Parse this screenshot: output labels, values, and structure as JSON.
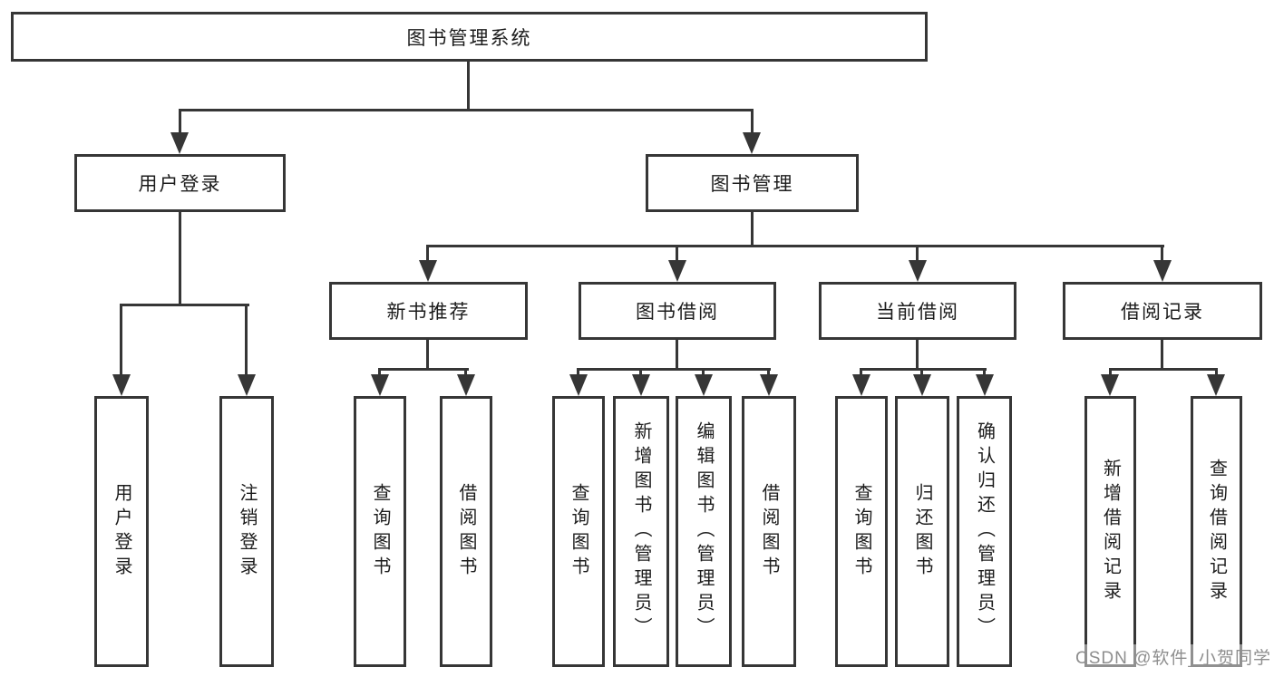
{
  "title": "图书管理系统",
  "colors": {
    "line": "#363636",
    "text": "#1c1c1c",
    "watermark": "#8e8e8e",
    "background": "#ffffff"
  },
  "watermark": {
    "text": "CSDN @软件_小贺同学"
  },
  "chart_data": {
    "type": "tree-diagram",
    "root": "图书管理系统",
    "levels": 4
  },
  "tree": {
    "root": {
      "label": "图书管理系统",
      "children": [
        {
          "label": "用户登录",
          "children": [
            {
              "label": "用户登录"
            },
            {
              "label": "注销登录"
            }
          ]
        },
        {
          "label": "图书管理",
          "children": [
            {
              "label": "新书推荐",
              "children": [
                {
                  "label": "查询图书"
                },
                {
                  "label": "借阅图书"
                }
              ]
            },
            {
              "label": "图书借阅",
              "children": [
                {
                  "label": "查询图书"
                },
                {
                  "label": "新增图书（管理员）"
                },
                {
                  "label": "编辑图书（管理员）"
                },
                {
                  "label": "借阅图书"
                }
              ]
            },
            {
              "label": "当前借阅",
              "children": [
                {
                  "label": "查询图书"
                },
                {
                  "label": "归还图书"
                },
                {
                  "label": "确认归还（管理员）"
                }
              ]
            },
            {
              "label": "借阅记录",
              "children": [
                {
                  "label": "新增借阅记录"
                },
                {
                  "label": "查询借阅记录"
                }
              ]
            }
          ]
        }
      ]
    }
  }
}
